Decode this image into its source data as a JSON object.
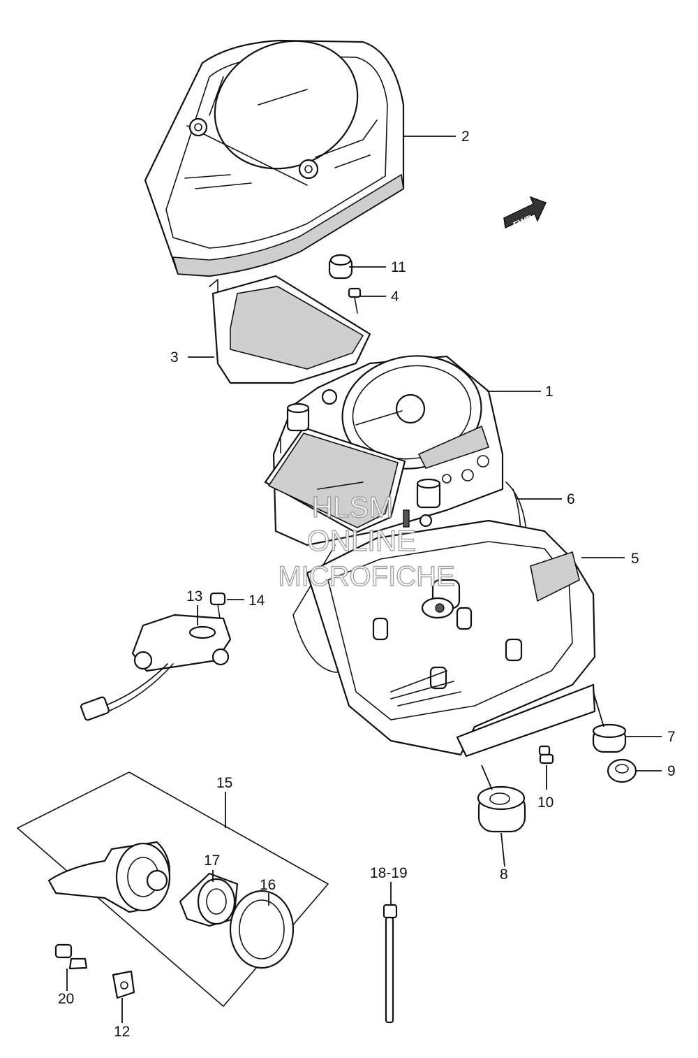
{
  "callouts": {
    "c1": "1",
    "c2": "2",
    "c3": "3",
    "c4": "4",
    "c5": "5",
    "c6": "6",
    "c7": "7",
    "c8": "8",
    "c9": "9",
    "c10": "10",
    "c11": "11",
    "c12": "12",
    "c13": "13",
    "c14": "14",
    "c15": "15",
    "c16": "16",
    "c17": "17",
    "c18_19": "18-19",
    "c20": "20"
  },
  "direction_badge": "FWD",
  "watermark": {
    "line1": "HLSM",
    "line2": "ONLINE",
    "line3": "MICROFICHE"
  },
  "colors": {
    "line": "#111111",
    "background": "#ffffff",
    "watermark_outline": "#9a9a9a"
  }
}
